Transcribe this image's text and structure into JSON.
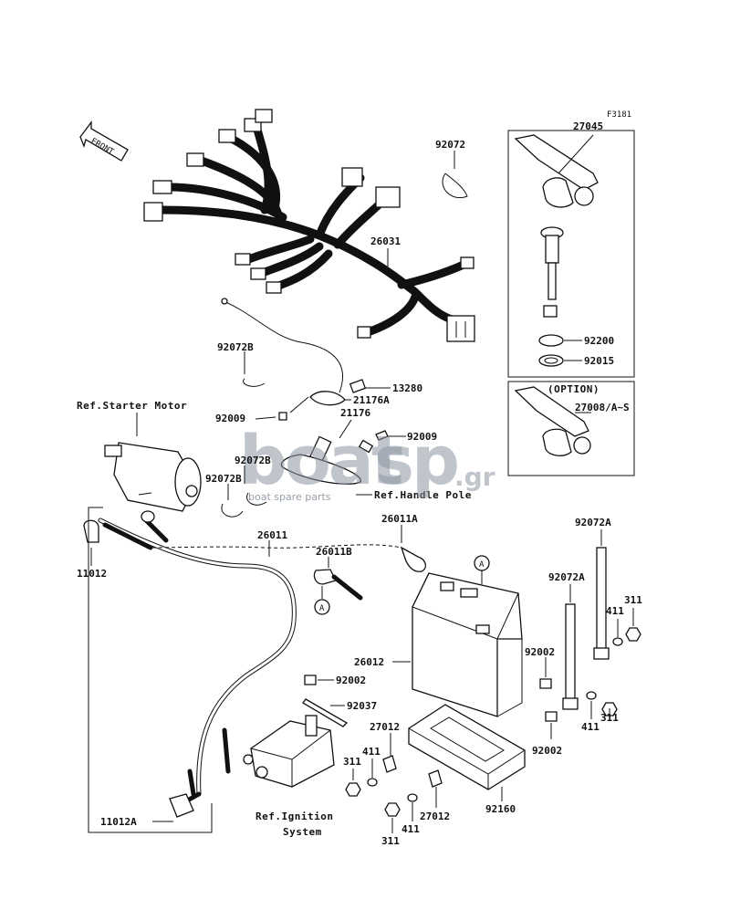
{
  "figure_code": "F3181",
  "front_label": "FRONT",
  "watermark": {
    "brand_a": "boat",
    "brand_b": "sp",
    "tld": ".gr",
    "tagline": "boat spare parts"
  },
  "parts": {
    "p27045": "27045",
    "p92072": "92072",
    "p26031": "26031",
    "p92200": "92200",
    "p92015": "92015",
    "p27008": "27008/A~S",
    "p92072B_a": "92072B",
    "p13280": "13280",
    "p21176A": "21176A",
    "p21176": "21176",
    "p92009_a": "92009",
    "p92009_b": "92009",
    "p92072B_b": "92072B",
    "p92072B_c": "92072B",
    "p26011": "26011",
    "p26011A": "26011A",
    "p26011B": "26011B",
    "p11012": "11012",
    "p92072A_a": "92072A",
    "p92072A_b": "92072A",
    "p311_a": "311",
    "p411_a": "411",
    "p92002_a": "92002",
    "p311_b": "311",
    "p411_b": "411",
    "p92002_b": "92002",
    "p26012": "26012",
    "p92002_c": "92002",
    "p92037": "92037",
    "p27012_a": "27012",
    "p411_c": "411",
    "p311_c": "311",
    "p27012_b": "27012",
    "p411_d": "411",
    "p311_d": "311",
    "p92160": "92160",
    "p11012A": "11012A"
  },
  "refs": {
    "starter_motor": "Ref.Starter Motor",
    "handle_pole": "Ref.Handle Pole",
    "ignition_1": "Ref.Ignition",
    "ignition_2": "System",
    "option": "(OPTION)"
  },
  "markers": {
    "a1": "A",
    "a2": "A"
  }
}
